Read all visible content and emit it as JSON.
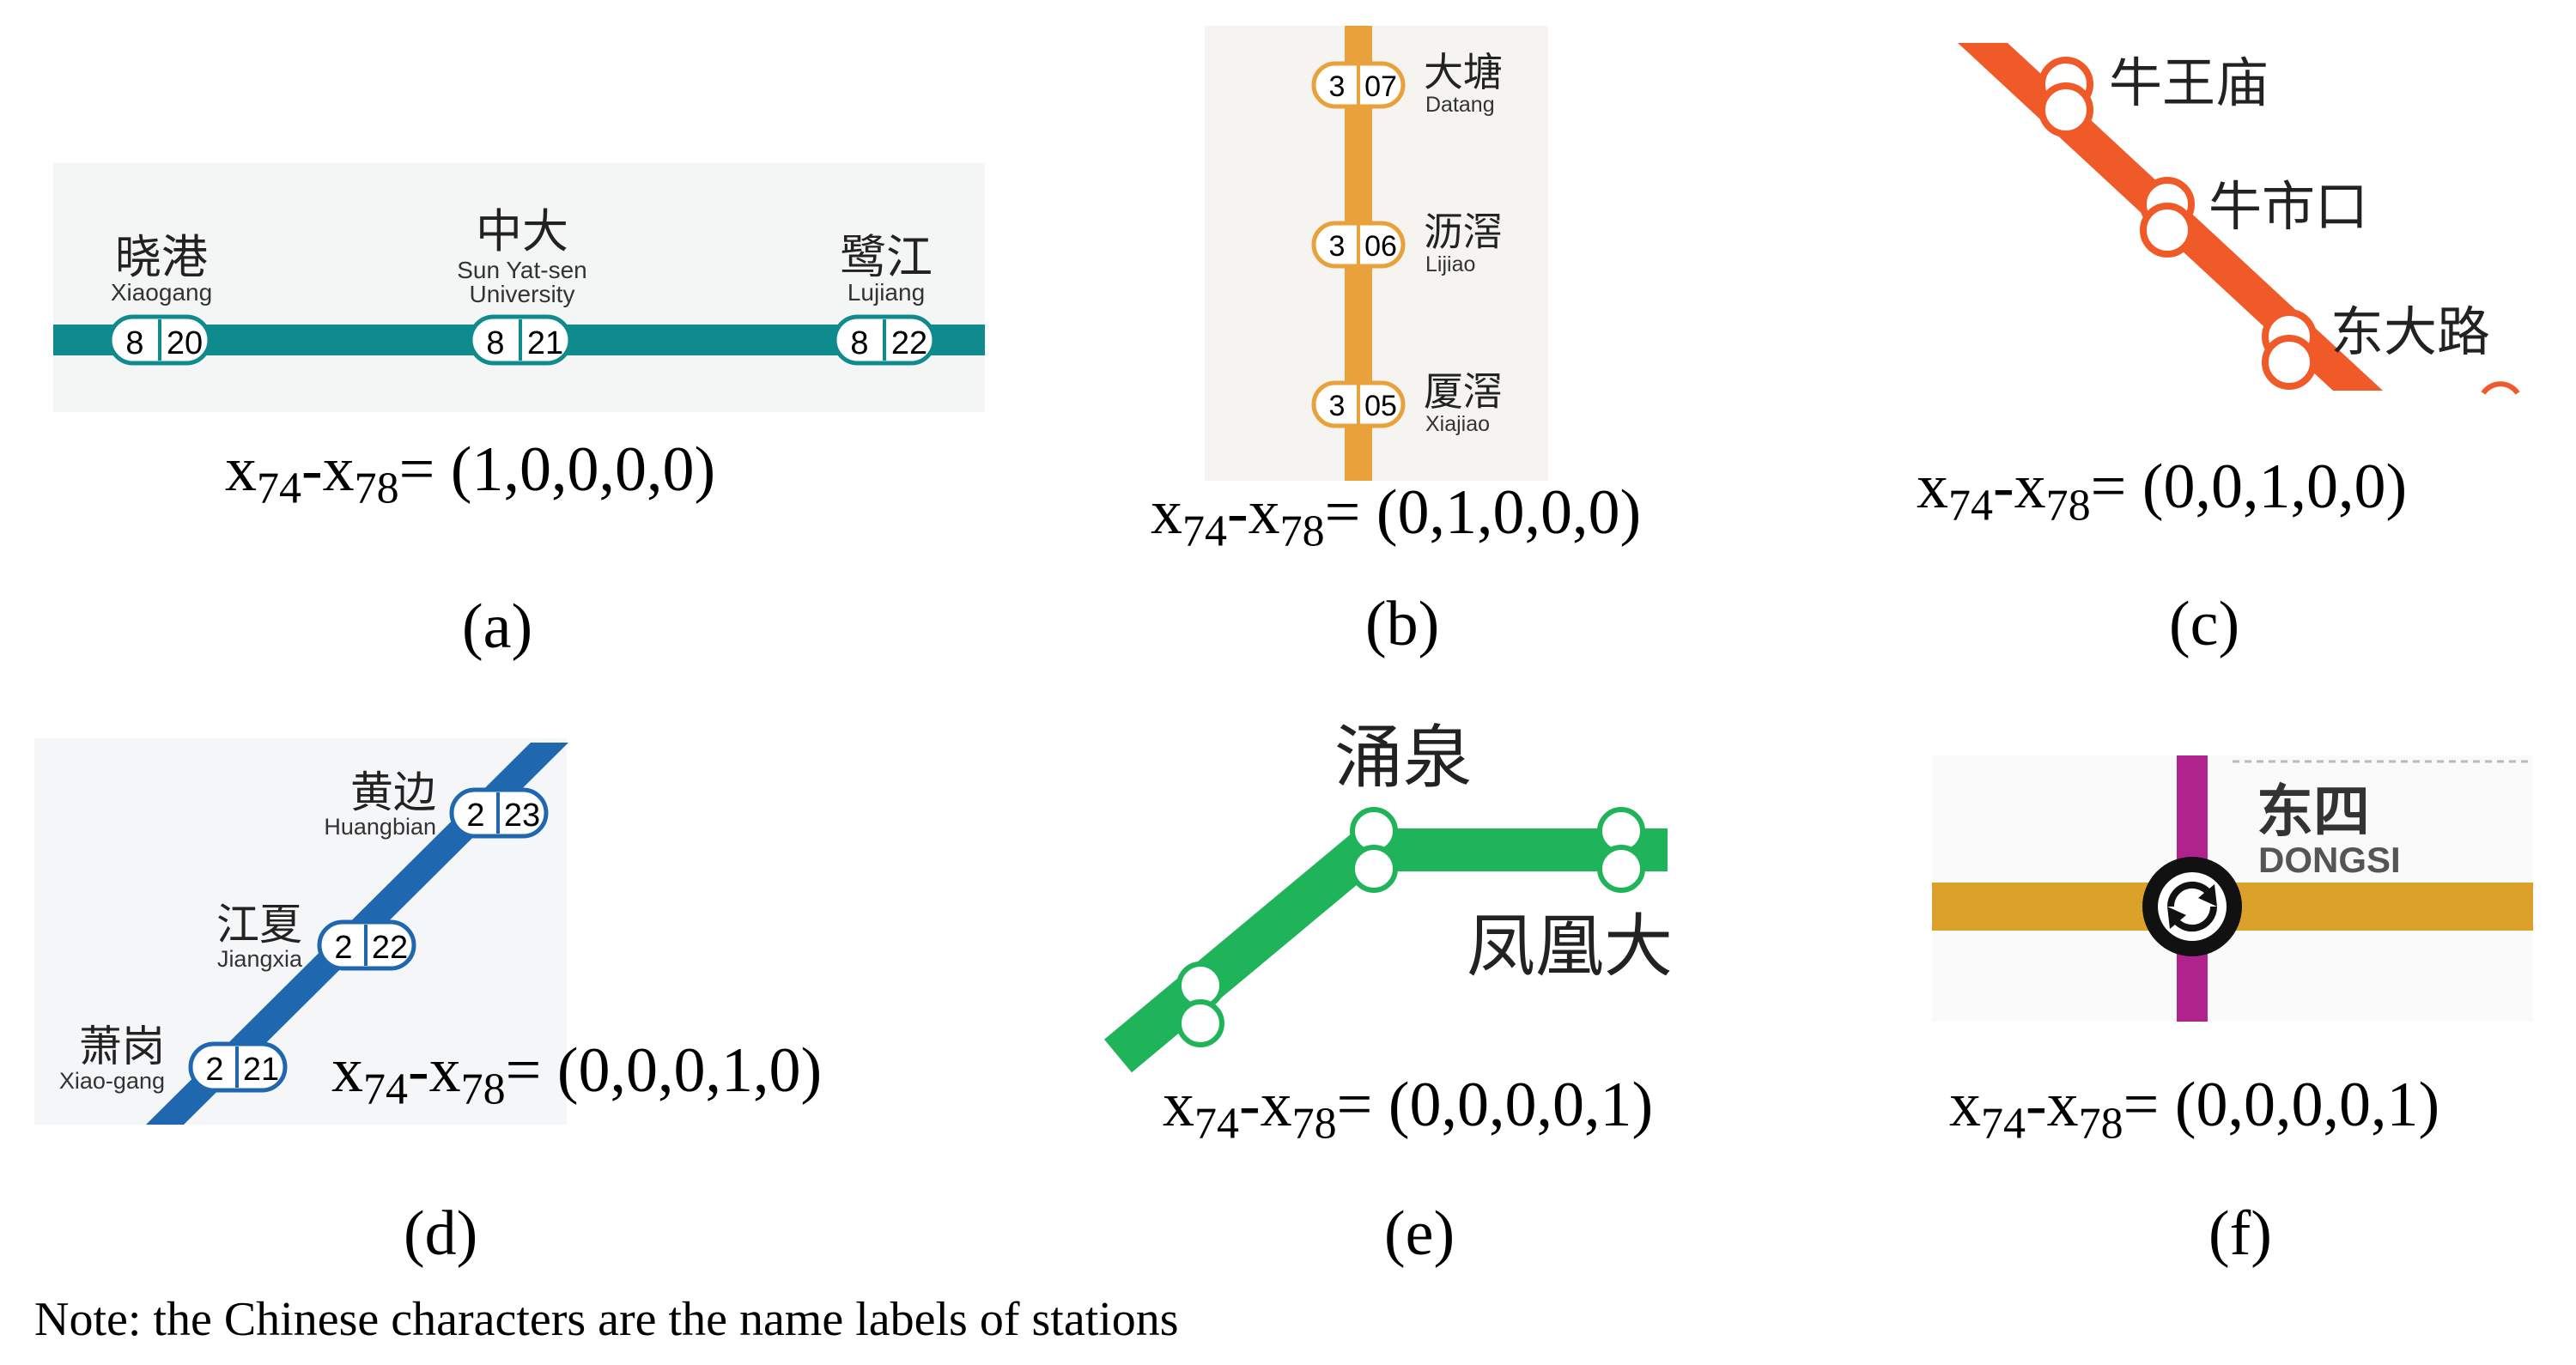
{
  "colors": {
    "line_a": "#0f8b8d",
    "line_b": "#e9a23b",
    "line_c": "#f05a28",
    "line_d": "#1f68b0",
    "line_e": "#1fb45a",
    "line_f_v": "#b0228c",
    "line_f_h": "#dba12a"
  },
  "panels": [
    {
      "id": "a",
      "caption": "(a)",
      "formula": {
        "x": "x",
        "sub1": "74",
        "dash": "-x",
        "sub2": "78",
        "value": "= (1,0,0,0,0)"
      },
      "stations": [
        {
          "zh": "晓港",
          "en": "Xiaogang",
          "line": "8",
          "num": "20"
        },
        {
          "zh": "中大",
          "en1": "Sun Yat-sen",
          "en2": "University",
          "line": "8",
          "num": "21"
        },
        {
          "zh": "鹭江",
          "en": "Lujiang",
          "line": "8",
          "num": "22"
        }
      ]
    },
    {
      "id": "b",
      "caption": "(b)",
      "formula": {
        "x": "x",
        "sub1": "74",
        "dash": "-x",
        "sub2": "78",
        "value": "= (0,1,0,0,0)"
      },
      "stations": [
        {
          "zh": "大塘",
          "en": "Datang",
          "line": "3",
          "num": "07"
        },
        {
          "zh": "沥滘",
          "en": "Lijiao",
          "line": "3",
          "num": "06"
        },
        {
          "zh": "厦滘",
          "en": "Xiajiao",
          "line": "3",
          "num": "05"
        }
      ]
    },
    {
      "id": "c",
      "caption": "(c)",
      "formula": {
        "x": "x",
        "sub1": "74",
        "dash": "-x",
        "sub2": "78",
        "value": "= (0,0,1,0,0)"
      },
      "stations": [
        {
          "zh": "牛王庙"
        },
        {
          "zh": "牛市口"
        },
        {
          "zh": "东大路"
        }
      ]
    },
    {
      "id": "d",
      "caption": "(d)",
      "formula": {
        "x": "x",
        "sub1": "74",
        "dash": "-x",
        "sub2": "78",
        "value": "= (0,0,0,1,0)"
      },
      "stations": [
        {
          "zh": "黄边",
          "en": "Huangbian",
          "line": "2",
          "num": "23"
        },
        {
          "zh": "江夏",
          "en": "Jiangxia",
          "line": "2",
          "num": "22"
        },
        {
          "zh": "萧岗",
          "en": "Xiao-gang",
          "line": "2",
          "num": "21"
        }
      ]
    },
    {
      "id": "e",
      "caption": "(e)",
      "formula": {
        "x": "x",
        "sub1": "74",
        "dash": "-x",
        "sub2": "78",
        "value": "= (0,0,0,0,1)"
      },
      "stations": [
        {
          "zh": "涌泉"
        },
        {
          "zh": "凤凰大"
        }
      ]
    },
    {
      "id": "f",
      "caption": "(f)",
      "formula": {
        "x": "x",
        "sub1": "74",
        "dash": "-x",
        "sub2": "78",
        "value": "= (0,0,0,0,1)"
      },
      "stations": [
        {
          "zh": "东四",
          "en": "DONGSI"
        }
      ]
    }
  ],
  "note": "Note: the Chinese characters are the name labels of stations"
}
